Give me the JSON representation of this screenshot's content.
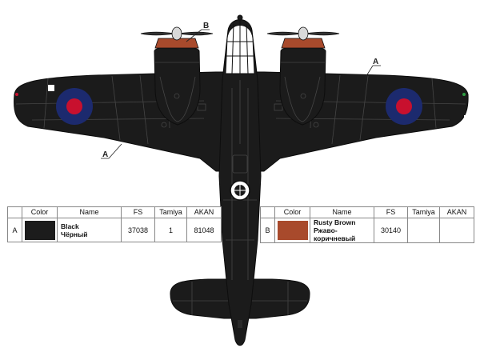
{
  "callouts": {
    "a_label": "A",
    "b_label": "B"
  },
  "legend": {
    "headers": {
      "color": "Color",
      "name": "Name",
      "fs": "FS",
      "tamiya": "Tamiya",
      "akan": "AKAN"
    },
    "rows": [
      {
        "id": "A",
        "swatch": "#1c1c1c",
        "name_en": "Black",
        "name_ru": "Чёрный",
        "fs": "37038",
        "tamiya": "1",
        "akan": "81048"
      },
      {
        "id": "B",
        "swatch": "#a84a2c",
        "name_en": "Rusty Brown",
        "name_ru": "Ржаво-коричневый",
        "fs": "30140",
        "tamiya": "",
        "akan": ""
      }
    ]
  },
  "colors": {
    "airframe": "#1b1b1b",
    "panel_lines": "#4a4a4a",
    "roundel_outer": "#1c2a6e",
    "roundel_inner": "#c8102e",
    "cowling": "#a84a2c"
  }
}
